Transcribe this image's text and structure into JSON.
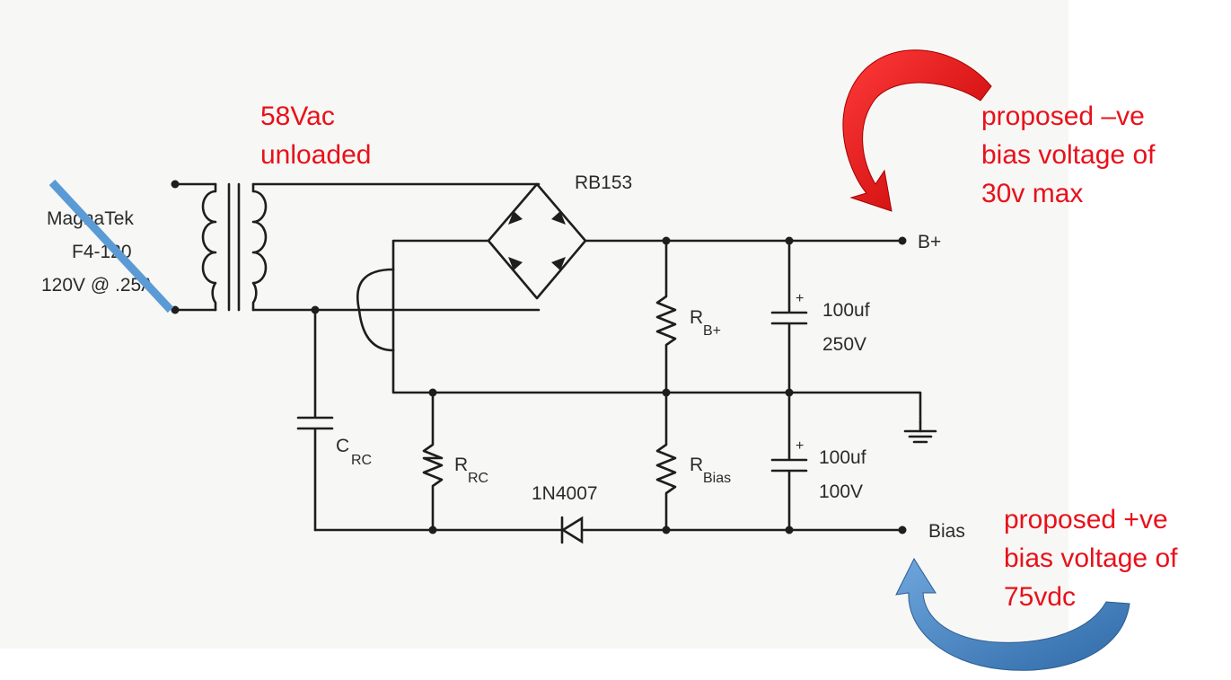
{
  "transformer": {
    "brand": "MagnaTek",
    "model": "F4-120",
    "rating": "120V @ .25A"
  },
  "secondary_note": {
    "line1": "58Vac",
    "line2": "unloaded"
  },
  "components": {
    "bridge": "RB153",
    "r_bplus_main": "R",
    "r_bplus_sub": "B+",
    "cap_top_value": "100uf",
    "cap_top_voltage": "250V",
    "c_rc_main": "C",
    "c_rc_sub": "RC",
    "r_rc_main": "R",
    "r_rc_sub": "RC",
    "diode": "1N4007",
    "r_bias_main": "R",
    "r_bias_sub": "Bias",
    "cap_bottom_value": "100uf",
    "cap_bottom_voltage": "100V",
    "plus_sign": "+"
  },
  "terminals": {
    "bplus": "B+",
    "bias": "Bias"
  },
  "annotations": {
    "top_note": [
      "proposed –ve",
      "bias voltage of",
      "30v max"
    ],
    "bottom_note": [
      "proposed +ve",
      "bias voltage of",
      "75vdc"
    ]
  },
  "colors": {
    "annotation_text": "#e8111b",
    "arrow_top": "#e8111b",
    "arrow_bottom": "#4f86c6",
    "strike_line": "#5b9bd5",
    "wire": "#1e1e1e"
  }
}
